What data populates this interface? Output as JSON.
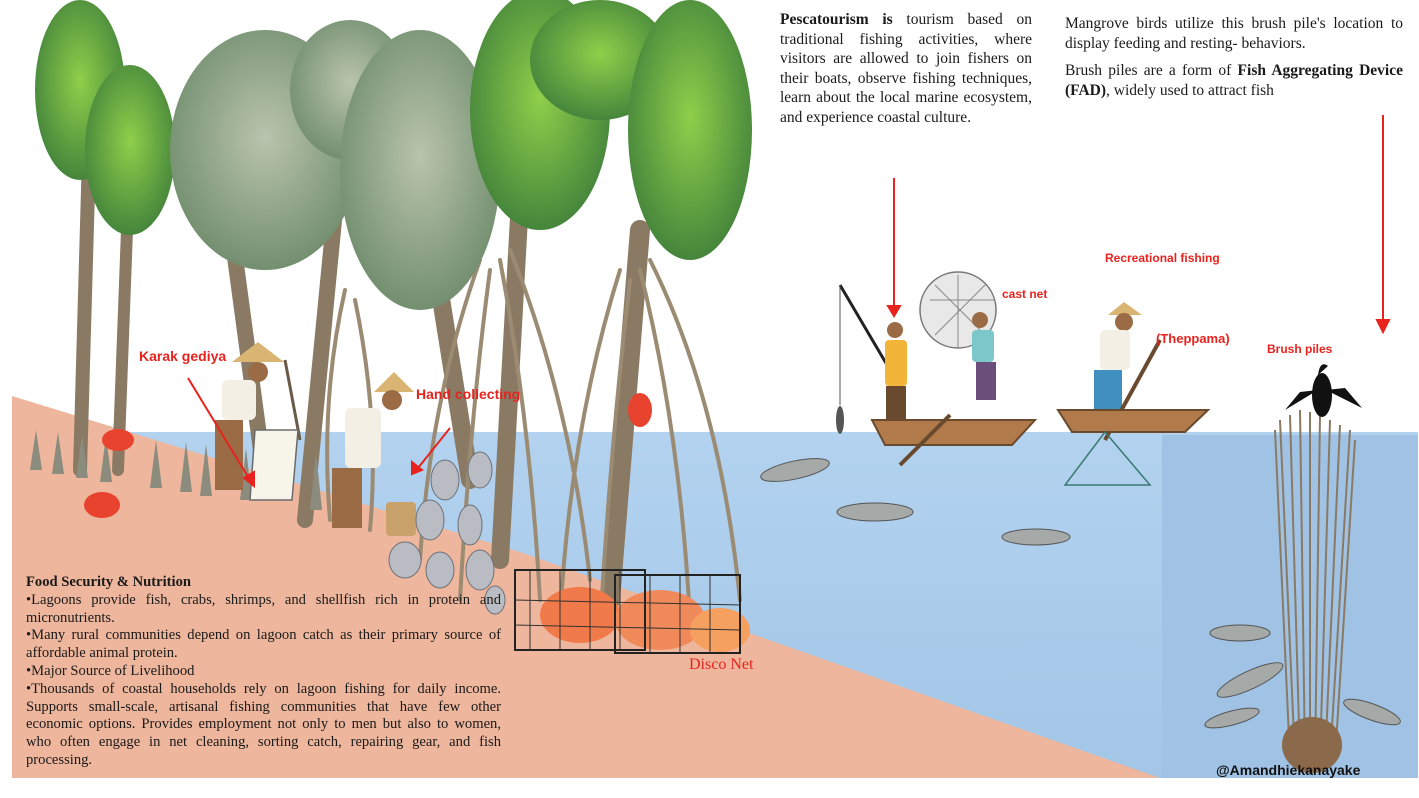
{
  "pescatourism": {
    "term": "Pescatourism is",
    "body": " tourism based on traditional fishing activities, where visitors are allowed to join fishers on their boats, observe fishing techniques, learn about the local marine ecosystem, and experience coastal culture."
  },
  "mangrove_note": {
    "line1": "Mangrove birds utilize this brush pile's location to display feeding and resting- behaviors.",
    "line2_pre": "Brush piles are a form of ",
    "line2_bold": "Fish Aggregating Device (FAD)",
    "line2_post": ", widely used to attract fish"
  },
  "labels": {
    "karak": "Karak gediya",
    "hand": "Hand collecting",
    "cast": "cast net",
    "recreational": "Recreational fishing",
    "theppama": "(Theppama)",
    "brush": "Brush piles",
    "disco": "Disco Net"
  },
  "food": {
    "title": "Food Security & Nutrition",
    "b1": "•Lagoons provide fish, crabs, shrimps, and shellfish rich in protein and micronutrients.",
    "b2": "•Many rural communities depend on lagoon catch as their primary source of affordable animal protein.",
    "b3": "•Major Source of Livelihood",
    "b4": "•Thousands of coastal households rely on lagoon fishing for daily income. Supports small-scale, artisanal fishing communities that have few other economic options. Provides employment not only to men but also to women, who often engage in net cleaning, sorting catch, repairing gear, and fish processing."
  },
  "credit": "@Amandhiekanayake",
  "colors": {
    "water": "#a9cbeb",
    "bank": "#eeb69c",
    "label_red": "#e8231e",
    "foliage": "#5a9a3c"
  }
}
